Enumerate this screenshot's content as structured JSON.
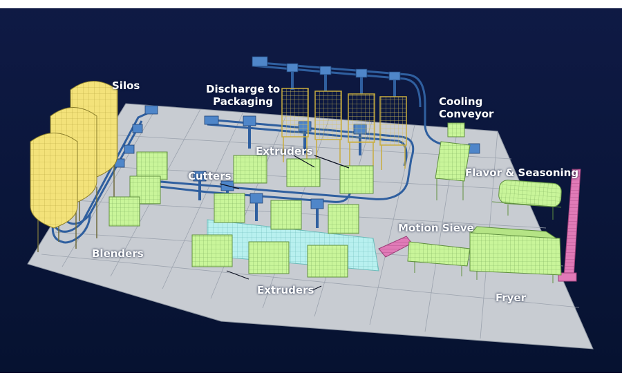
{
  "colors": {
    "background_top": "#0f1a45",
    "background_bottom": "#061230",
    "floor": "#c8ccd2",
    "floor_grid": "#8e96a2",
    "silo": "#f3e27a",
    "equipment": "#c9f59a",
    "pipe": "#3a6bb0",
    "fryer_body": "#b8f0ef",
    "elevator": "#e07ab7",
    "label": "#ffffff"
  },
  "labels": {
    "silos": "Silos",
    "discharge": "Discharge to\nPackaging",
    "cooling": "Cooling\nConveyor",
    "extruders_top": "Extruders",
    "cutters": "Cutters",
    "flavor": "Flavor & Seasoning",
    "motion_sieve": "Motion Sieve",
    "blenders": "Blenders",
    "extruders_bottom": "Extruders",
    "fryer": "Fryer"
  },
  "icons": [
    "silo-icon",
    "extruder-icon",
    "packaging-frame-icon",
    "conveyor-icon",
    "drum-icon",
    "pipe-icon"
  ]
}
